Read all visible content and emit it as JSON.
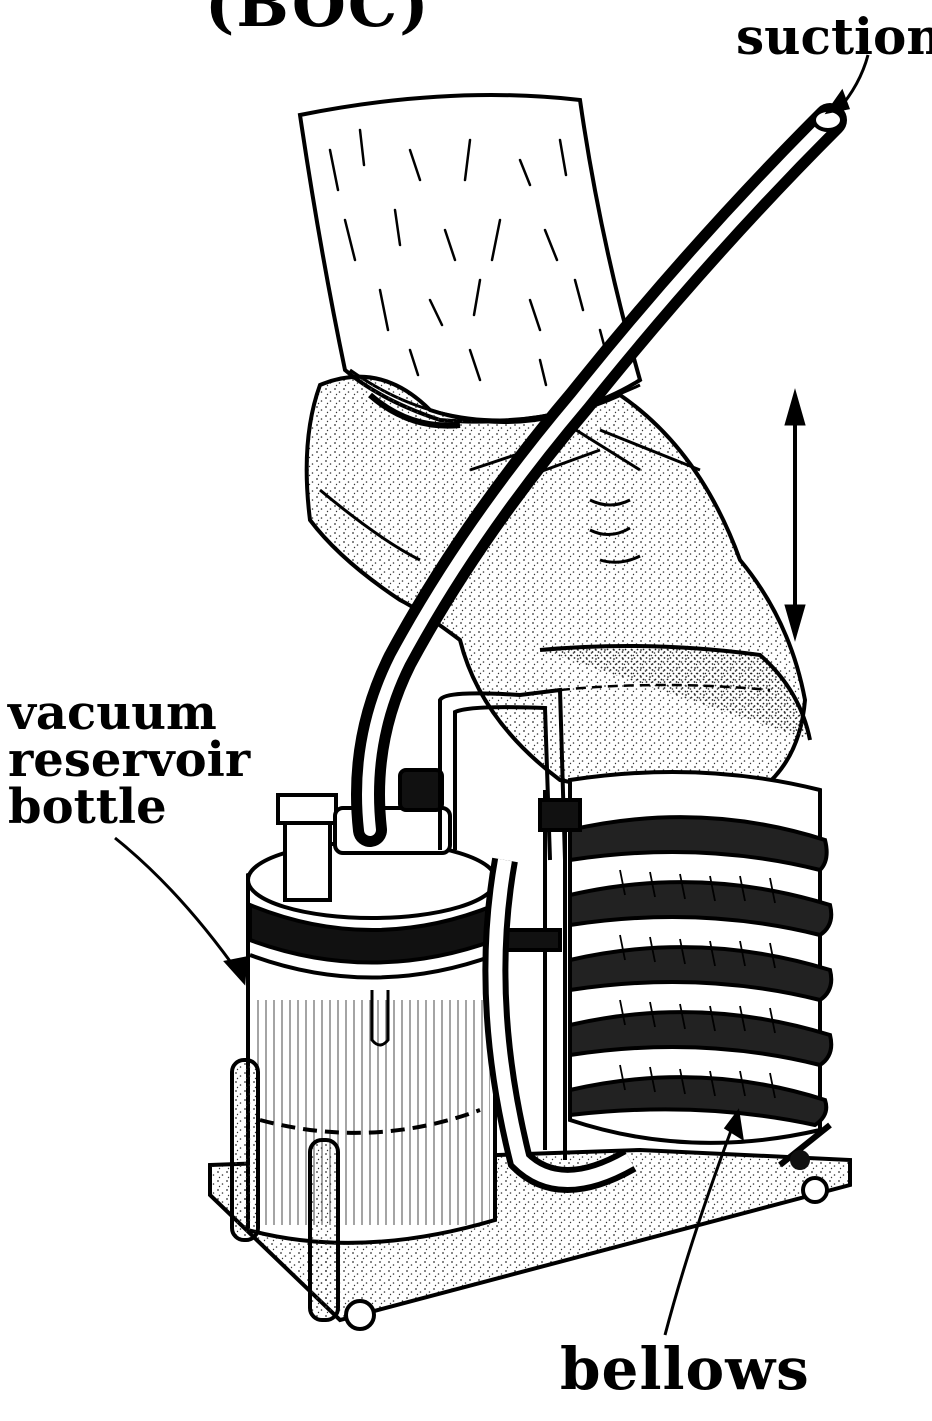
{
  "figure": {
    "title_fragment": "(BOC)",
    "labels": {
      "suction": "suction",
      "vacuum_reservoir_bottle": "vacuum\nreservoir\nbottle",
      "bellows": "bellows"
    }
  },
  "colors": {
    "ink": "#000000",
    "paper": "#ffffff",
    "stipple": "#3a3a3a"
  }
}
